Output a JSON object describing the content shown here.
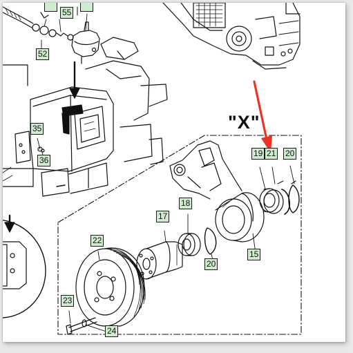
{
  "view_label": "\"X\"",
  "callouts": {
    "c15": "15",
    "c17": "17",
    "c18": "18",
    "c19": "19",
    "c20_top": "20",
    "c20_mid": "20",
    "c21": "21",
    "c22": "22",
    "c23": "23",
    "c24": "24",
    "c35": "35",
    "c36": "36",
    "c52": "52",
    "c55": "55"
  },
  "colors": {
    "callout_fill": "#cfeccf",
    "arrow_red": "#ee3322",
    "line": "#111111"
  }
}
